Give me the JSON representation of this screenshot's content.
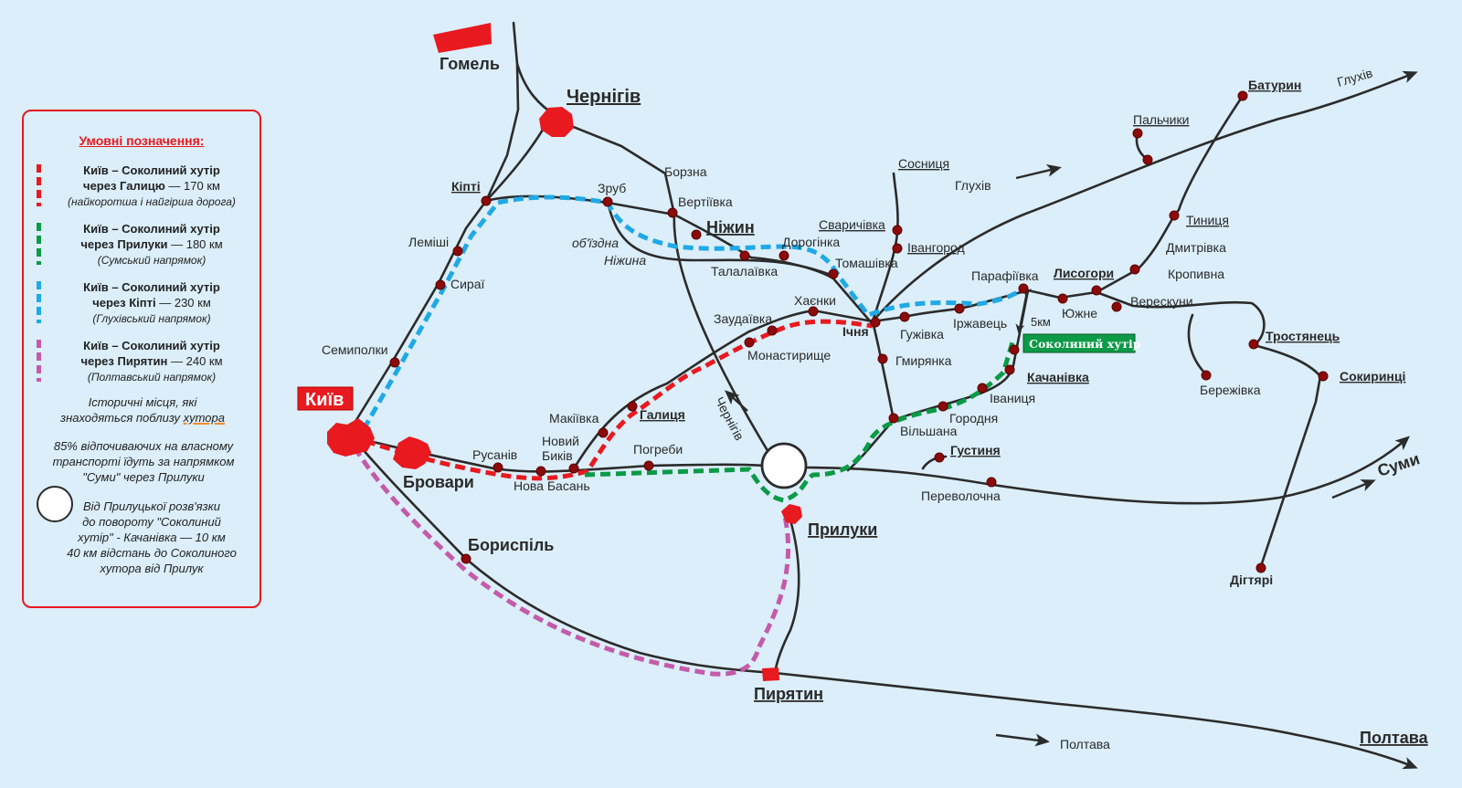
{
  "legend": {
    "title": "Умовні позначення:",
    "routes": [
      {
        "line1": "Київ – Соколиний хутір",
        "via": "через Галицю",
        "dist": " — 170 км",
        "note": "(найкоротша і найгірша дорога)",
        "color": "#e8191f"
      },
      {
        "line1": "Київ – Соколиний хутір",
        "via": "через Прилуки",
        "dist": " — 180 км",
        "note": "(Сумський напрямок)",
        "color": "#0b9a46"
      },
      {
        "line1": "Київ – Соколиний хутір",
        "via": "через Кіпті",
        "dist": " — 230 км",
        "note": "(Глухівський напрямок)",
        "color": "#1fa9e6"
      },
      {
        "line1": "Київ – Соколиний хутір",
        "via": "через Пирятин",
        "dist": " — 240 км",
        "note": "(Полтавський напрямок)",
        "color": "#c45aaa"
      }
    ],
    "historic_a": "Історичні місця, які",
    "historic_b": "знаходяться поблизу ",
    "historic_c": "хутора",
    "stat_1": "85% відпочиваючих на власному",
    "stat_2": "транспорті їдуть за напрямком",
    "stat_3": "\"Суми\" через Прилуки",
    "ring_1": "Від Прилуцької розв'язки",
    "ring_2": "до повороту \"Соколиний",
    "ring_3": "хутір\" - Качанівка — 10 км",
    "ring_4": "40 км відстань до Соколиного",
    "ring_5": "хутора від Прилук"
  },
  "map": {
    "kyiv": "Київ",
    "gomel": "Гомель",
    "chernihiv": "Чернігів",
    "brovary": "Бровари",
    "boryspil": "Бориспіль",
    "pryluky": "Прилуки",
    "pyriatyn": "Пирятин",
    "nizhyn": "Ніжин",
    "sumy": "Суми",
    "poltava": "Полтава",
    "poltava_road": "Полтава",
    "hlukhiv_road": "Глухів",
    "hlukhiv_road2": "Глухів",
    "chernihiv_road": "Чернігів",
    "bypass_1": "об'їздна",
    "bypass_2": "Ніжина",
    "sokolyny": "Соколиний хутір",
    "km5": "5км",
    "places": {
      "kipti": "Кіпті",
      "lemishi": "Леміші",
      "syrai": "Сираї",
      "semypolky": "Семиполки",
      "rusaniv": "Русанів",
      "novyi_1": "Новий",
      "novyi_2": "Биків",
      "nova_basan": "Нова Басань",
      "makiivka": "Макіївка",
      "halytsia": "Галиця",
      "pohreby": "Погреби",
      "zaudaivka": "Заудаївка",
      "monastyryshche": "Монастирище",
      "khaienky": "Хаєнки",
      "ichnia": "Ічня",
      "zrub": "Зруб",
      "borzna": "Борзна",
      "vertiivka": "Вертіївка",
      "talalaivka": "Талалаївка",
      "dorohinka": "Дорогінка",
      "tomashivka": "Томашівка",
      "svarychivka": "Сваричівка",
      "ivanhorod": "Івангород",
      "sosnytsia": "Сосниця",
      "huzhivka": "Гужівка",
      "irzhavets": "Іржавець",
      "parafiivka": "Парафіївка",
      "hmyrianka": "Гмирянка",
      "lysohory": "Лисогори",
      "yuzhne": "Южне",
      "vereskuny": "Верескуни",
      "kropyvna": "Кропивна",
      "dmytrivka": "Дмитрівка",
      "tynytsia": "Тиниця",
      "palchyky": "Пальчики",
      "baturyn": "Батурин",
      "kachanivka": "Качанівка",
      "ivanytsia": "Іваниця",
      "horodnia": "Городня",
      "vilshana": "Вільшана",
      "hustynia": "Густиня",
      "perevolochna": "Переволочна",
      "trostianets": "Тростянець",
      "berezhivka": "Бережівка",
      "sokyryntsi": "Сокиринці",
      "dihtiari": "Дігтярі"
    }
  }
}
